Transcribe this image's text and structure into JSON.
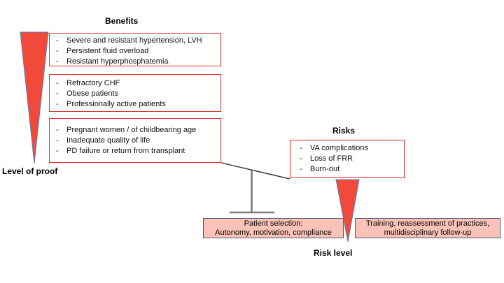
{
  "bullet": "-",
  "colors": {
    "list_box_border": "#e02b28",
    "triangle_fill": "#f14a3b",
    "triangle_stroke": "#5b7fb3",
    "bottom_box_fill": "#fbc3b8",
    "bottom_box_border": "#44597c",
    "beam": "#2f2f2f",
    "stand": "#7a7a7a"
  },
  "benefits": {
    "title": "Benefits",
    "boxes": [
      {
        "items": [
          "Severe and resistant hypertension, LVH",
          "Persistent fluid overload",
          "Resistant hyperphosphatemia"
        ]
      },
      {
        "items": [
          "Refractory CHF",
          "Obese patients",
          "Professionally active patients"
        ]
      },
      {
        "items": [
          "Pregnant women / of childbearing age",
          "Inadequate quality of life",
          "PD failure or return from transplant"
        ]
      }
    ]
  },
  "risks": {
    "title": "Risks",
    "items": [
      "VA complications",
      "Loss of FRR",
      "Burn-out"
    ]
  },
  "labels": {
    "level_of_proof": "Level of proof",
    "risk_level": "Risk level"
  },
  "bottom_boxes": {
    "patient_selection": {
      "line1": "Patient selection:",
      "line2": "Autonomy, motivation, compliance"
    },
    "training": {
      "line1": "Training, reassessment of practices,",
      "line2": "multidisciplinary follow-up"
    }
  }
}
